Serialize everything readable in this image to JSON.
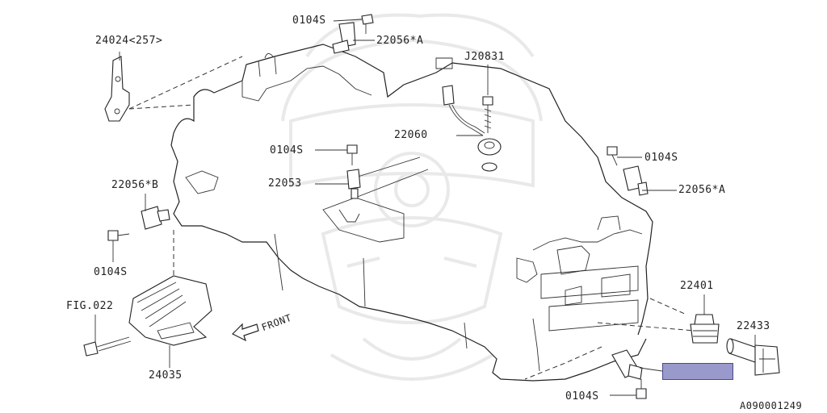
{
  "colors": {
    "line": "#222222",
    "highlight_fill": "#9999cc",
    "highlight_border": "#4a4a8a",
    "watermark": "#e9e9e9",
    "background": "#ffffff"
  },
  "labels": {
    "bolt_top": "0104S",
    "sensor_top": "22056*A",
    "bracket": "24024<257>",
    "j_bolt": "J20831",
    "knock_sensor": "22060",
    "bolt_mid": "0104S",
    "cam_sensor": "22053",
    "bolt_right": "0104S",
    "sensor_right": "22056*A",
    "sensor_left": "22056*B",
    "bolt_left": "0104S",
    "spark_plug": "22401",
    "fig_ref": "FIG.022",
    "ignition_coil": "22433",
    "cover": "24035",
    "front": "FRONT",
    "bolt_bottom": "0104S",
    "diagram_id": "A090001249"
  },
  "icons": {
    "front_arrow": "front-arrow-icon",
    "watermark": "samurai-helmet-watermark-icon"
  }
}
